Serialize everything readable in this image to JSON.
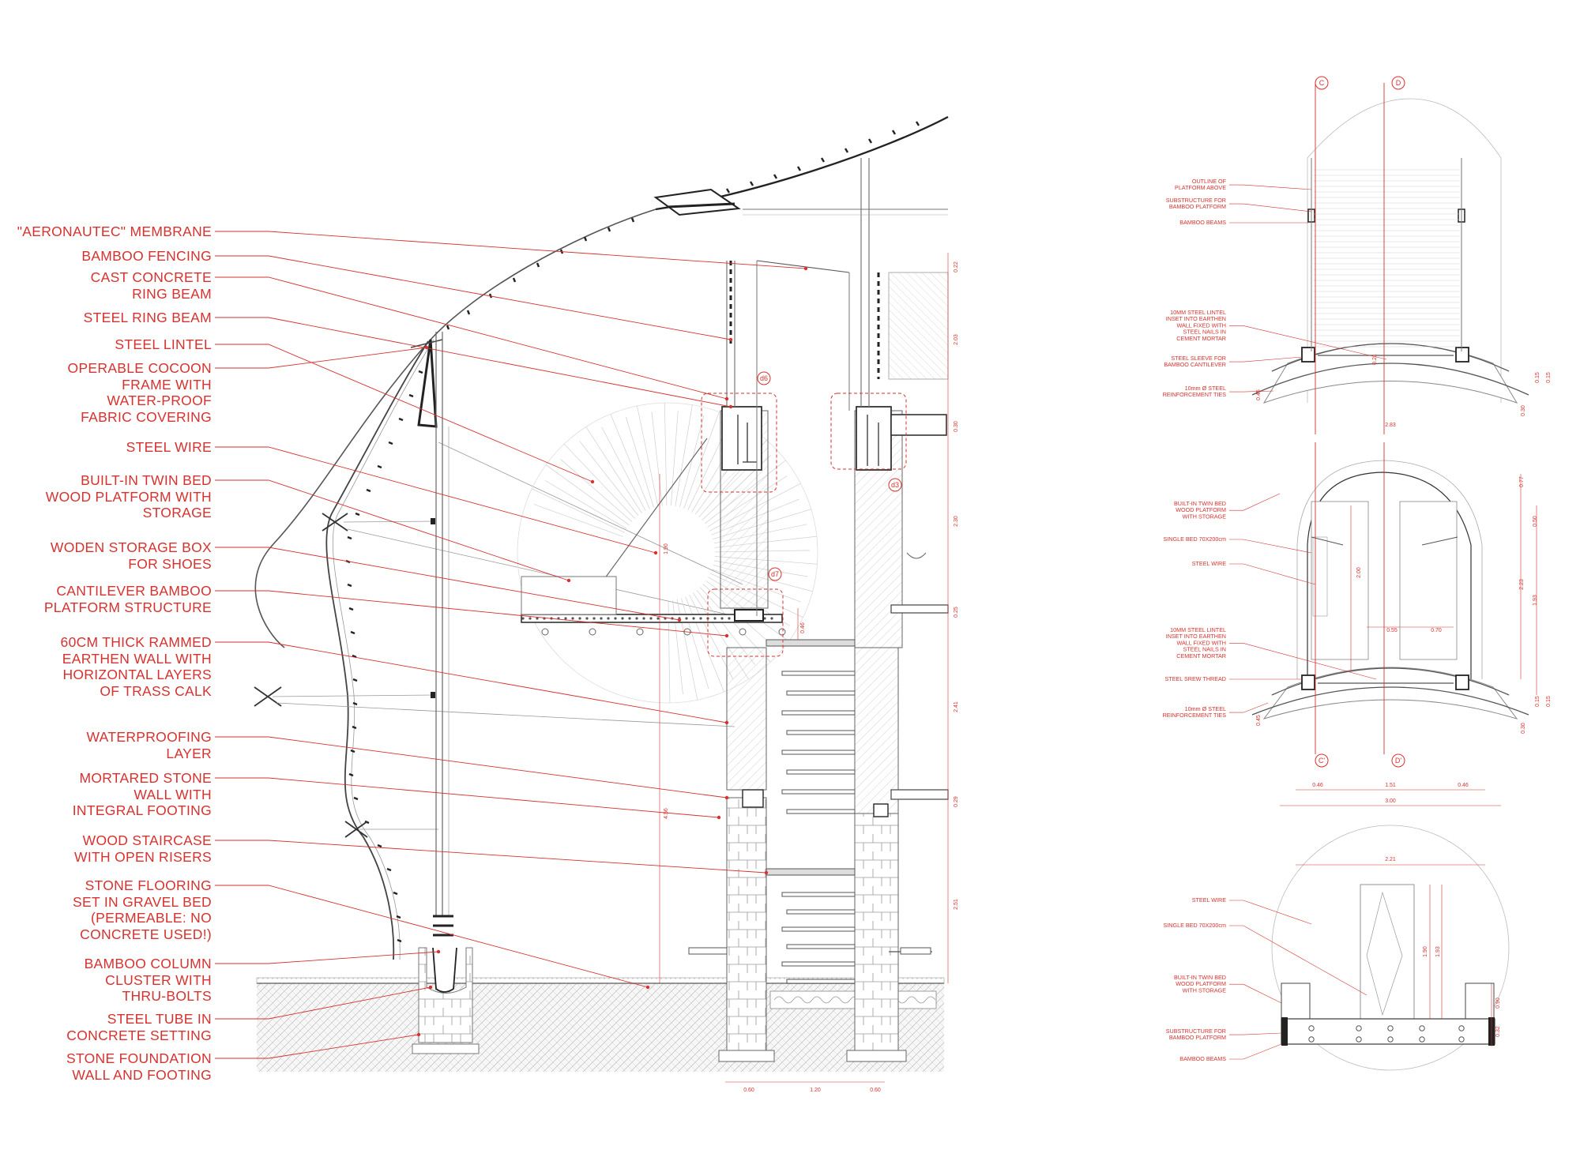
{
  "colors": {
    "annotation": "#d6322f",
    "linework": "#8a8a8a",
    "ink": "#222222"
  },
  "section_labels": [
    "\"AERONAUTEC\" MEMBRANE",
    "BAMBOO FENCING",
    "CAST CONCRETE\nRING BEAM",
    "STEEL RING BEAM",
    "STEEL LINTEL",
    "OPERABLE COCOON\nFRAME WITH\nWATER-PROOF\nFABRIC COVERING",
    "STEEL WIRE",
    "BUILT-IN TWIN BED\nWOOD PLATFORM WITH\nSTORAGE",
    "WODEN STORAGE BOX\nFOR SHOES",
    "CANTILEVER BAMBOO\nPLATFORM STRUCTURE",
    "60CM THICK RAMMED\nEARTHEN WALL WITH\nHORIZONTAL LAYERS\nOF TRASS CALK",
    "WATERPROOFING\nLAYER",
    "MORTARED STONE\nWALL WITH\nINTEGRAL FOOTING",
    "WOOD STAIRCASE\nWITH OPEN RISERS",
    "STONE FLOORING\nSET IN GRAVEL BED\n(PERMEABLE: NO\nCONCRETE USED!)",
    "BAMBOO COLUMN\nCLUSTER WITH\nTHRU-BOLTS",
    "STEEL TUBE IN\nCONCRETE SETTING",
    "STONE FOUNDATION\nWALL AND FOOTING"
  ],
  "detail_tags": [
    "d6",
    "d3",
    "d7"
  ],
  "section_dimensions": {
    "vertical": [
      "0.22",
      "2.03",
      "0.30",
      "2.30",
      "0.25",
      "2.41",
      "0.29",
      "2.51"
    ],
    "bottom": [
      "0.60",
      "1.20",
      "0.60"
    ],
    "inner": [
      "1.90",
      "0.46",
      "4.56"
    ]
  },
  "plan_top": {
    "markers": [
      "C",
      "D"
    ],
    "labels": [
      "OUTLINE OF\nPLATFORM ABOVE",
      "SUBSTRUCTURE FOR\nBAMBOO PLATFORM",
      "BAMBOO BEAMS",
      "10MM STEEL LINTEL\nINSET INTO EARTHEN\nWALL FIXED WITH\nSTEEL NAILS IN\nCEMENT MORTAR",
      "STEEL SLEEVE FOR\nBAMBOO CANTILEVER",
      "10mm Ø STEEL\nREINFORCEMENT TIES"
    ],
    "dims": [
      "0.21",
      "0.15",
      "0.15",
      "0.45",
      "0.30",
      "2.83"
    ]
  },
  "plan_mid": {
    "markers": [
      "C'",
      "D'"
    ],
    "labels": [
      "BUILT-IN TWIN BED\nWOOD PLATFORM\nWITH STORAGE",
      "SINGLE BED 70X200cm",
      "STEEL WIRE",
      "10MM STEEL LINTEL\nINSET INTO EARTHEN\nWALL FIXED WITH\nSTEEL NAILS IN\nCEMENT MORTAR",
      "STEEL SREW THREAD",
      "10mm Ø STEEL\nREINFORCEMENT TIES"
    ],
    "dims": [
      "0.77",
      "0.50",
      "2.23",
      "1.93",
      "2.00",
      "0.55",
      "0.70",
      "0.15",
      "0.15",
      "0.45",
      "0.30",
      "0.46",
      "1.51",
      "0.46",
      "3.00"
    ]
  },
  "plan_bottom": {
    "labels": [
      "STEEL WIRE",
      "SINGLE BED 70X200cm",
      "BUILT-IN TWIN BED\nWOOD PLATFORM\nWITH STORAGE",
      "SUBSTRUCTURE FOR\nBAMBOO PLATFORM",
      "BAMBOO BEAMS"
    ],
    "dims": [
      "2.21",
      "1.90",
      "1.93",
      "0.90",
      "0.32"
    ]
  }
}
